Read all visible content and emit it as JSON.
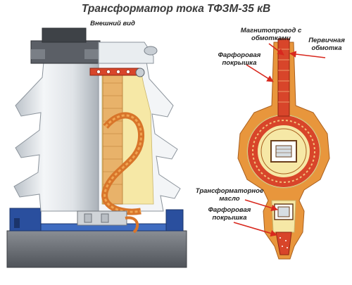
{
  "title": "Трансформатор тока ТФЗМ-35 кВ",
  "labels": {
    "external_view": "Внешний вид",
    "magnetic_core_1": "Магнитопровод с",
    "magnetic_core_2": "обмотками",
    "primary_winding_1": "Первичная",
    "primary_winding_2": "обмотка",
    "porcelain_top_1": "Фарфоровая",
    "porcelain_top_2": "покрышка",
    "transformer_oil_1": "Трансформаторное",
    "transformer_oil_2": "масло",
    "porcelain_bottom_1": "Фарфоровая",
    "porcelain_bottom_2": "покрышка"
  },
  "colors": {
    "porcelain": "#e8ecef",
    "winding_red": "#d8452a",
    "winding_orange": "#e8963c",
    "oil_yellow": "#f6e8a6",
    "base_gray": "#6b6f75",
    "bracket_blue": "#2a4f9e",
    "arrow_red": "#d8281e"
  }
}
